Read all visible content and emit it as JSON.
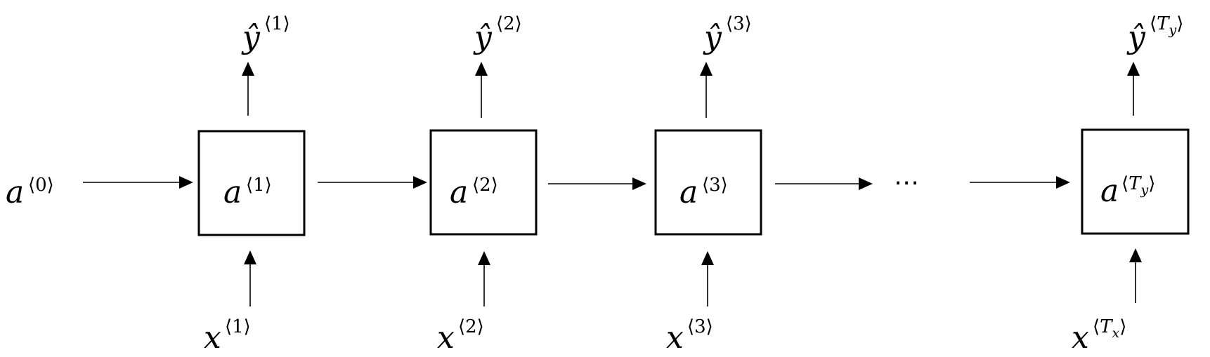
{
  "diagram": {
    "initial_state": {
      "base": "a",
      "sup": "⟨0⟩"
    },
    "cells": [
      {
        "state": {
          "base": "a",
          "sup": "⟨1⟩"
        },
        "input": {
          "base": "x",
          "sup": "⟨1⟩"
        },
        "output": {
          "base": "ŷ",
          "sup": "⟨1⟩"
        }
      },
      {
        "state": {
          "base": "a",
          "sup": "⟨2⟩"
        },
        "input": {
          "base": "x",
          "sup": "⟨2⟩"
        },
        "output": {
          "base": "ŷ",
          "sup": "⟨2⟩"
        }
      },
      {
        "state": {
          "base": "a",
          "sup": "⟨3⟩"
        },
        "input": {
          "base": "x",
          "sup": "⟨3⟩"
        },
        "output": {
          "base": "ŷ",
          "sup": "⟨3⟩"
        }
      },
      {
        "state": {
          "base": "a",
          "sup_open": "⟨",
          "sup_var": "T",
          "sup_sub": "y",
          "sup_close": "⟩"
        },
        "input": {
          "base": "x",
          "sup_open": "⟨",
          "sup_var": "T",
          "sup_sub": "x",
          "sup_close": "⟩"
        },
        "output": {
          "base": "ŷ",
          "sup_open": "⟨",
          "sup_var": "T",
          "sup_sub": "y",
          "sup_close": "⟩"
        }
      }
    ],
    "ellipsis": "⋯"
  }
}
